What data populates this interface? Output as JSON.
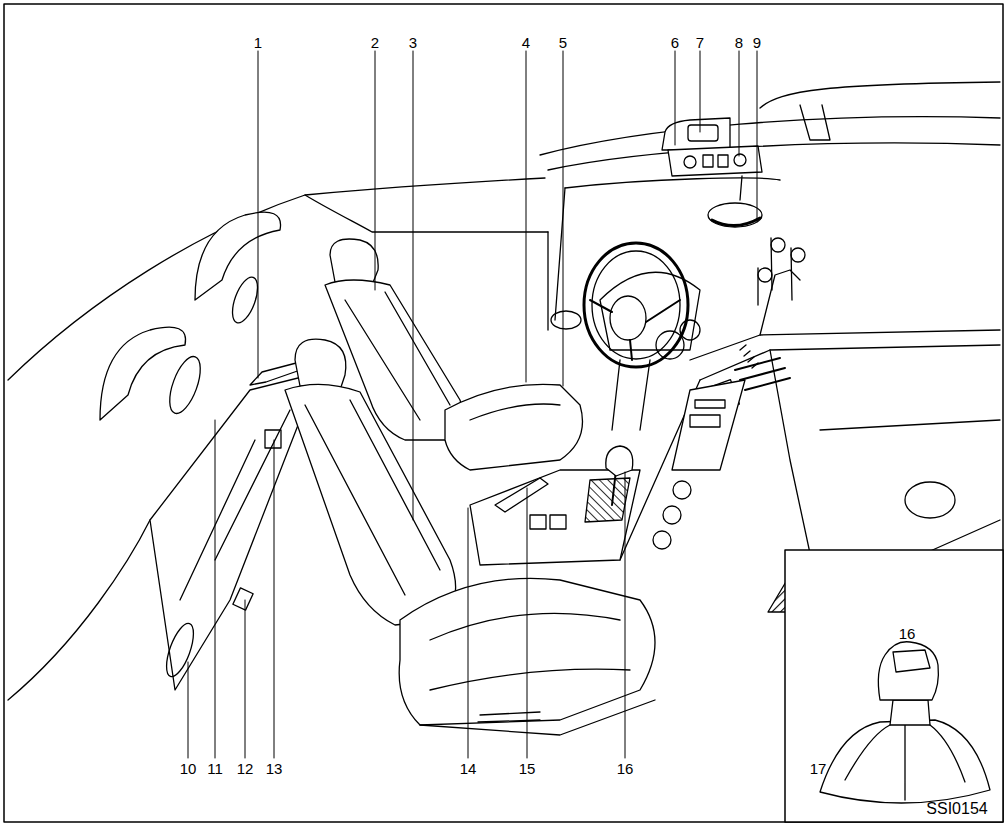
{
  "diagram": {
    "labels": [
      "1",
      "2",
      "3",
      "4",
      "5",
      "6",
      "7",
      "8",
      "9",
      "10",
      "11",
      "12",
      "13",
      "14",
      "15",
      "16",
      "17",
      "16",
      "SSI0154"
    ]
  }
}
